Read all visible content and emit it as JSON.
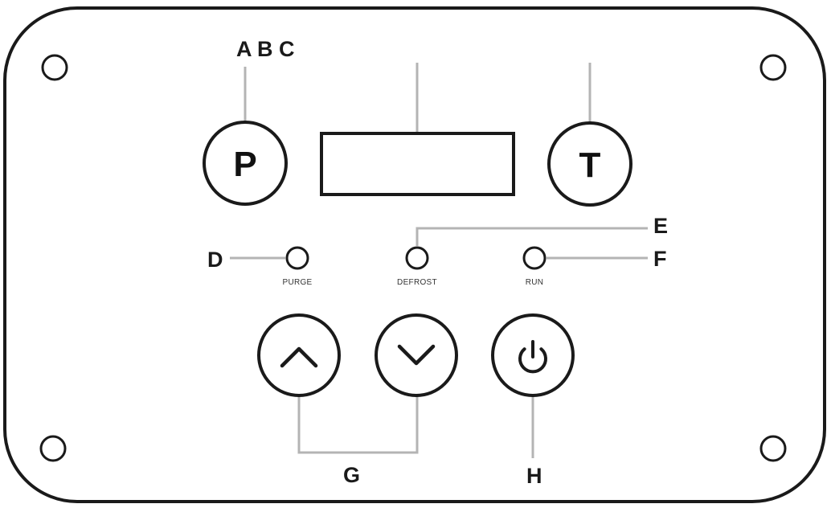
{
  "buttons": {
    "program": {
      "letter": "P"
    },
    "timer": {
      "letter": "T"
    },
    "up": {
      "icon": "chevron-up-icon"
    },
    "down": {
      "icon": "chevron-down-icon"
    },
    "power": {
      "icon": "power-icon"
    }
  },
  "indicators": {
    "purge": {
      "label": "PURGE"
    },
    "defrost": {
      "label": "DEFROST"
    },
    "run": {
      "label": "RUN"
    }
  },
  "callouts": {
    "abc": "A B C",
    "d": "D",
    "e": "E",
    "f": "F",
    "g": "G",
    "h": "H"
  },
  "colors": {
    "outline": "#1a1a1a",
    "leader": "#b4b4b4",
    "background": "#ffffff"
  }
}
